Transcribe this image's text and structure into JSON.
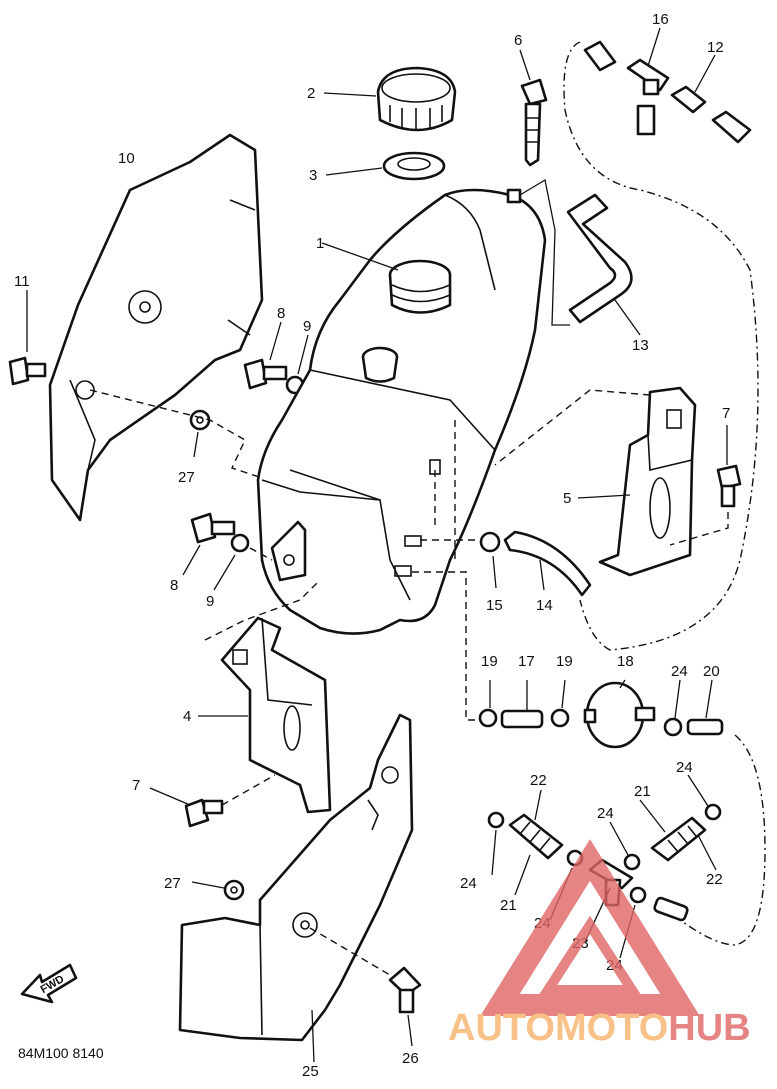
{
  "diagram_code": "84M100 8140",
  "fwd_label": "FWD",
  "watermark": {
    "part1": "AUTO",
    "part2": "MOTO",
    "part3": "HUB"
  },
  "colors": {
    "line": "#111111",
    "watermark_light": "#f6b26b",
    "watermark_red": "#e06666"
  },
  "callouts": [
    {
      "id": "c1",
      "text": "1"
    },
    {
      "id": "c2",
      "text": "2"
    },
    {
      "id": "c3",
      "text": "3"
    },
    {
      "id": "c4",
      "text": "4"
    },
    {
      "id": "c5",
      "text": "5"
    },
    {
      "id": "c6",
      "text": "6"
    },
    {
      "id": "c7a",
      "text": "7"
    },
    {
      "id": "c7b",
      "text": "7"
    },
    {
      "id": "c8a",
      "text": "8"
    },
    {
      "id": "c8b",
      "text": "8"
    },
    {
      "id": "c9a",
      "text": "9"
    },
    {
      "id": "c9b",
      "text": "9"
    },
    {
      "id": "c10",
      "text": "10"
    },
    {
      "id": "c11",
      "text": "11"
    },
    {
      "id": "c12",
      "text": "12"
    },
    {
      "id": "c13",
      "text": "13"
    },
    {
      "id": "c14",
      "text": "14"
    },
    {
      "id": "c15",
      "text": "15"
    },
    {
      "id": "c16",
      "text": "16"
    },
    {
      "id": "c17",
      "text": "17"
    },
    {
      "id": "c18",
      "text": "18"
    },
    {
      "id": "c19a",
      "text": "19"
    },
    {
      "id": "c19b",
      "text": "19"
    },
    {
      "id": "c20",
      "text": "20"
    },
    {
      "id": "c21a",
      "text": "21"
    },
    {
      "id": "c21b",
      "text": "21"
    },
    {
      "id": "c22a",
      "text": "22"
    },
    {
      "id": "c22b",
      "text": "22"
    },
    {
      "id": "c23",
      "text": "23"
    },
    {
      "id": "c24a",
      "text": "24"
    },
    {
      "id": "c24b",
      "text": "24"
    },
    {
      "id": "c24c",
      "text": "24"
    },
    {
      "id": "c24d",
      "text": "24"
    },
    {
      "id": "c24e",
      "text": "24"
    },
    {
      "id": "c24f",
      "text": "24"
    },
    {
      "id": "c25",
      "text": "25"
    },
    {
      "id": "c26",
      "text": "26"
    },
    {
      "id": "c27a",
      "text": "27"
    },
    {
      "id": "c27b",
      "text": "27"
    }
  ]
}
